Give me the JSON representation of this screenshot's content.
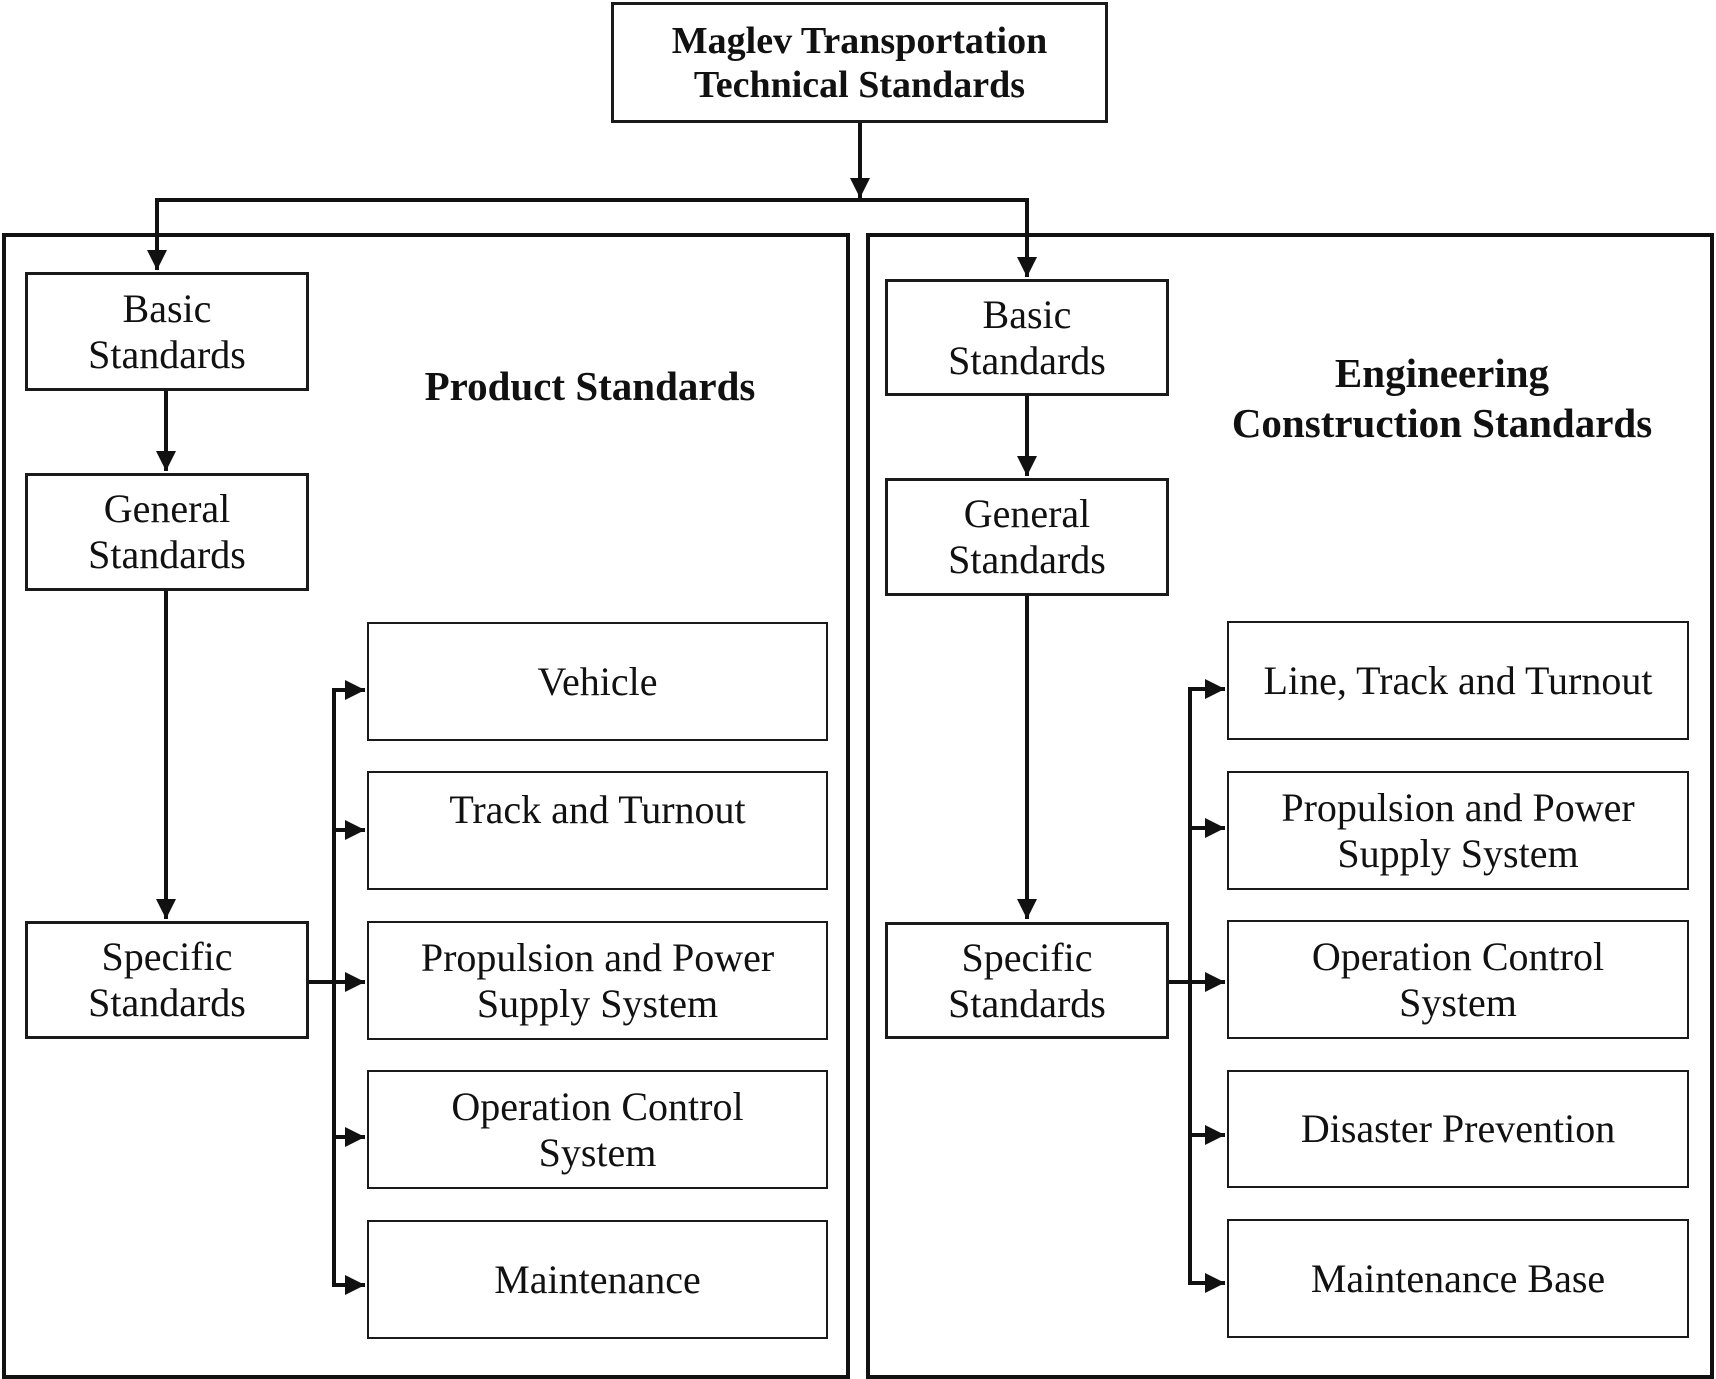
{
  "root": {
    "label": "Maglev Transportation\nTechnical Standards"
  },
  "panels": [
    {
      "title": "Product Standards",
      "levels": [
        {
          "label": "Basic\nStandards"
        },
        {
          "label": "General\nStandards"
        },
        {
          "label": "Specific\nStandards"
        }
      ],
      "children": [
        {
          "label": "Vehicle"
        },
        {
          "label": "Track and Turnout"
        },
        {
          "label": "Propulsion and Power\nSupply System"
        },
        {
          "label": "Operation Control\nSystem"
        },
        {
          "label": "Maintenance"
        }
      ]
    },
    {
      "title": "Engineering\nConstruction Standards",
      "levels": [
        {
          "label": "Basic\nStandards"
        },
        {
          "label": "General\nStandards"
        },
        {
          "label": "Specific\nStandards"
        }
      ],
      "children": [
        {
          "label": "Line, Track and Turnout"
        },
        {
          "label": "Propulsion and Power\nSupply System"
        },
        {
          "label": "Operation Control\nSystem"
        },
        {
          "label": "Disaster Prevention"
        },
        {
          "label": "Maintenance Base"
        }
      ]
    }
  ],
  "colors": {
    "stroke": "#111111",
    "background": "#ffffff"
  }
}
